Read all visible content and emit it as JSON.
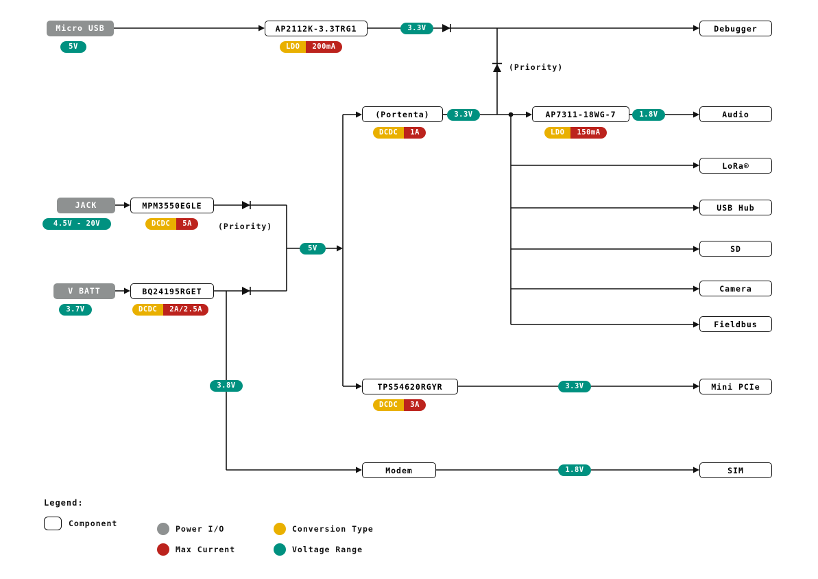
{
  "nodes": {
    "micro_usb": "Micro USB",
    "micro_usb_v": "5V",
    "ap2112k": "AP2112K-3.3TRG1",
    "ap2112k_type": "LDO",
    "ap2112k_current": "200mA",
    "ap2112k_out": "3.3V",
    "debugger": "Debugger",
    "priority_top": "(Priority)",
    "portenta": "(Portenta)",
    "portenta_type": "DCDC",
    "portenta_current": "1A",
    "portenta_out": "3.3V",
    "ap7311": "AP7311-18WG-7",
    "ap7311_type": "LDO",
    "ap7311_current": "150mA",
    "ap7311_out": "1.8V",
    "audio": "Audio",
    "lora": "LoRa®",
    "usb_hub": "USB Hub",
    "sd": "SD",
    "camera": "Camera",
    "fieldbus": "Fieldbus",
    "jack": "JACK",
    "jack_v": "4.5V - 20V",
    "mpm3550": "MPM3550EGLE",
    "mpm3550_type": "DCDC",
    "mpm3550_current": "5A",
    "priority_mid": "(Priority)",
    "rail_5v": "5V",
    "vbatt": "V BATT",
    "vbatt_v": "3.7V",
    "bq24195": "BQ24195RGET",
    "bq24195_type": "DCDC",
    "bq24195_current": "2A/2.5A",
    "rail_3v8": "3.8V",
    "tps54620": "TPS54620RGYR",
    "tps54620_type": "DCDC",
    "tps54620_current": "3A",
    "tps54620_out": "3.3V",
    "mini_pcie": "Mini PCIe",
    "modem": "Modem",
    "modem_out": "1.8V",
    "sim": "SIM"
  },
  "legend": {
    "title": "Legend:",
    "component": "Component",
    "power_io": "Power I/O",
    "max_current": "Max Current",
    "conversion_type": "Conversion Type",
    "voltage_range": "Voltage Range"
  },
  "colors": {
    "voltage_teal": "#009180",
    "conversion_yellow": "#E9B000",
    "current_red": "#BC231D",
    "power_gray": "#8E9191"
  }
}
